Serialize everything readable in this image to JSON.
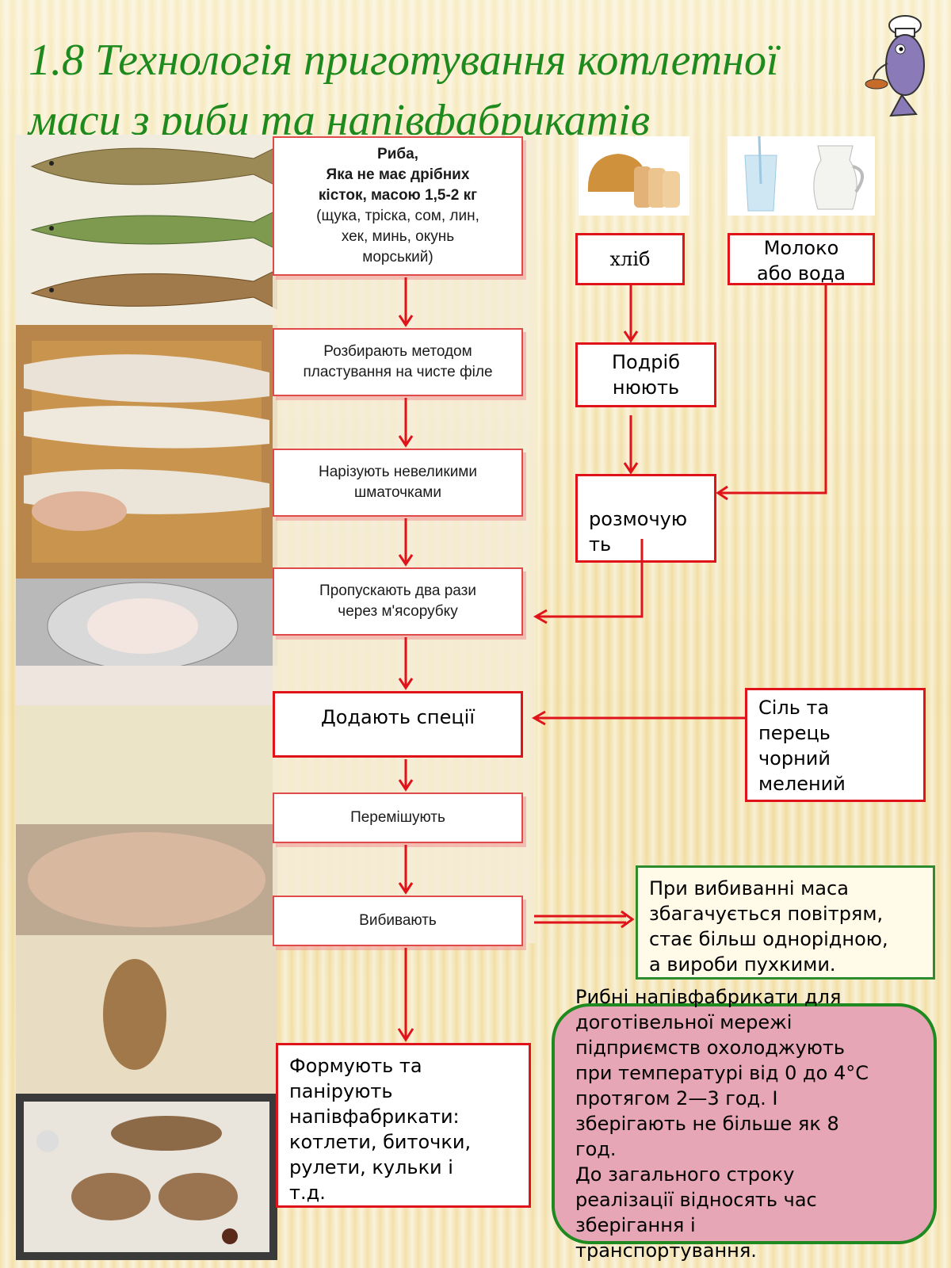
{
  "title": {
    "line1": "1.8 Технологія приготування котлетної",
    "line2": "маси з риби та напівфабрикатів"
  },
  "colors": {
    "title": "#1e8a1e",
    "arrow": "#e0121a",
    "box_border": "#e14a4a",
    "green": "#2e8b2e",
    "pink": "#e6a6b6"
  },
  "flow": {
    "fish_bold": "Риба,\nЯка не має дрібних\nкісток, масою 1,5-2 кг",
    "fish_list": "(щука, тріска, сом, лин,\nхек, минь, окунь\nморський)",
    "fillet": "Розбирають методом\nпластування на чисте філе",
    "cut": "Нарізують невеликими\nшматочками",
    "grind": "Пропускають два рази\nчерез м'ясорубку",
    "spices": "Додають  спеції",
    "mix": "Перемішують",
    "beat": "Вибивають",
    "form": "Формують та\nпанірують\nнапівфабрикати:\nкотлети, биточки,\nрулети, кульки і\nт.д."
  },
  "side": {
    "bread": "хліб",
    "milk": "Молоко\nабо вода",
    "chop": "Подріб\nнюють",
    "soak": "розмочую\nть",
    "salt": "Сіль та\nперець\nчорний\nмелений",
    "note": "При вибиванні маса\nзбагачується повітрям,\nстає більш однорідною,\nа вироби пухкими.",
    "storage": "Рибні напівфабрикати для\nдоготівельної мережі\nпідприємств охолоджують\nпри температурі від 0 до 4°С\nпротягом 2—3 год. І\nзберігають не більше як 8\nгод.\nДо  загального строку\nреалізації відносять час\nзберігання і\nтранспортування."
  },
  "icons": [
    "chef-fish-icon",
    "bread-icon",
    "water-glass-icon",
    "milk-jug-icon",
    "fish-icon",
    "fillet-icon",
    "mincer-icon",
    "cutlet-icon"
  ]
}
